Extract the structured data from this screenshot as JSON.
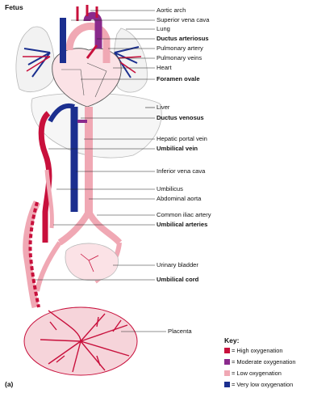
{
  "figure": {
    "title": "Fetus",
    "panel": "(a)"
  },
  "labels": {
    "aortic_arch": "Aortic arch",
    "superior_vena_cava": "Superior vena cava",
    "lung": "Lung",
    "ductus_arteriosus": "Ductus arteriosus",
    "pulmonary_artery": "Pulmonary artery",
    "pulmonary_veins": "Pulmonary veins",
    "heart": "Heart",
    "foramen_ovale": "Foramen ovale",
    "liver": "Liver",
    "ductus_venosus": "Ductus venosus",
    "hepatic_portal_vein": "Hepatic portal vein",
    "umbilical_vein": "Umbilical vein",
    "inferior_vena_cava": "Inferior vena cava",
    "umbilicus": "Umbilicus",
    "abdominal_aorta": "Abdominal aorta",
    "common_iliac_artery": "Common iliac artery",
    "umbilical_arteries": "Umbilical arteries",
    "urinary_bladder": "Urinary bladder",
    "umbilical_cord": "Umbilical cord",
    "placenta": "Placenta"
  },
  "key": {
    "title": "Key:",
    "items": [
      {
        "label": "= High oxygenation",
        "color": "#c8103c"
      },
      {
        "label": "= Moderate oxygenation",
        "color": "#8a2a8c"
      },
      {
        "label": "= Low oxygenation",
        "color": "#f0a8b4"
      },
      {
        "label": "= Very low oxygenation",
        "color": "#1b2f8f"
      }
    ]
  }
}
